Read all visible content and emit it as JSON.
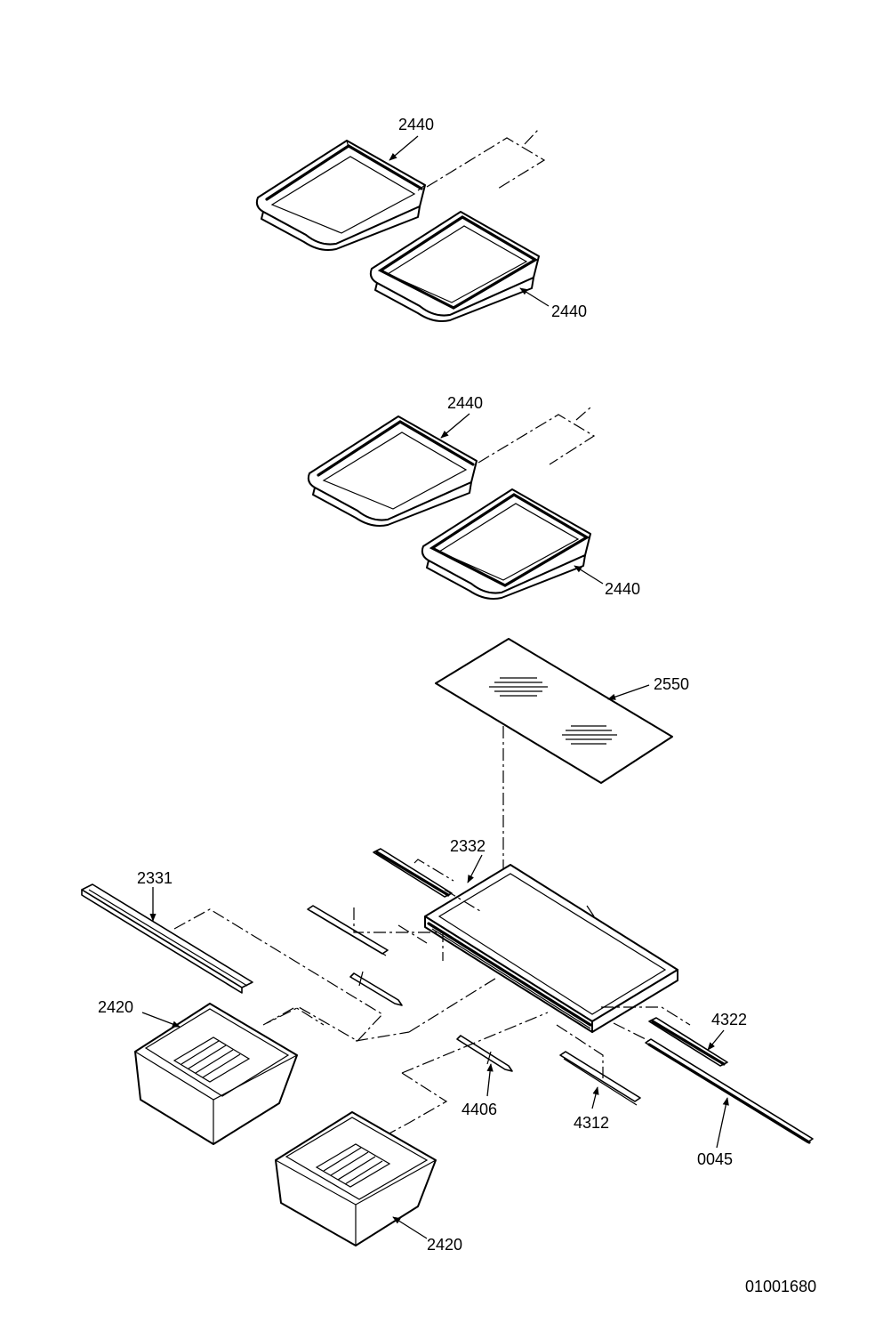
{
  "diagram": {
    "drawing_number": "01001680",
    "callouts": [
      {
        "id": "c1",
        "label": "2440"
      },
      {
        "id": "c2",
        "label": "2440"
      },
      {
        "id": "c3",
        "label": "2440"
      },
      {
        "id": "c4",
        "label": "2440"
      },
      {
        "id": "c5",
        "label": "2550"
      },
      {
        "id": "c6",
        "label": "2332"
      },
      {
        "id": "c7",
        "label": "2331"
      },
      {
        "id": "c8",
        "label": "2420"
      },
      {
        "id": "c9",
        "label": "4322"
      },
      {
        "id": "c10",
        "label": "4406"
      },
      {
        "id": "c11",
        "label": "4312"
      },
      {
        "id": "c12",
        "label": "0045"
      },
      {
        "id": "c13",
        "label": "2420"
      }
    ]
  }
}
